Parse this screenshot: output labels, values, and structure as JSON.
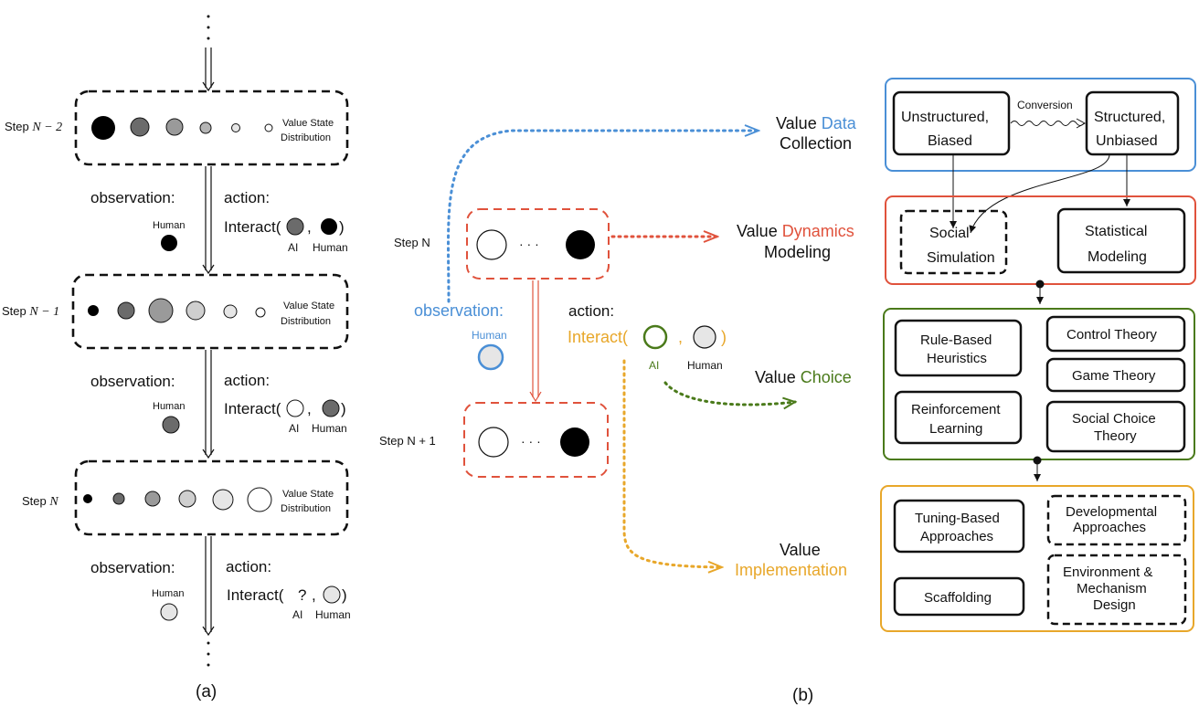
{
  "colors": {
    "blue": "#4a8fd6",
    "red": "#e0523c",
    "green": "#4a7a1a",
    "gold": "#e8a72a",
    "black": "#000000",
    "dark_gray": "#6b6b6b",
    "mid_gray": "#9a9a9a",
    "light_gray": "#cfcfcf",
    "very_light_gray": "#e6e6e6"
  },
  "panel_a": {
    "caption": "(a)",
    "steps": [
      {
        "prefix": "Step ",
        "label": "N − 2",
        "value_label_line1": "Value State",
        "value_label_line2": "Distribution"
      },
      {
        "prefix": "Step ",
        "label": "N − 1",
        "value_label_line1": "Value State",
        "value_label_line2": "Distribution"
      },
      {
        "prefix": "Step ",
        "label": "N",
        "value_label_line1": "Value State",
        "value_label_line2": "Distribution"
      }
    ],
    "transitions": [
      {
        "observation": "observation:",
        "observer": "Human",
        "action": "action:",
        "interact": "Interact(",
        "comma": ",",
        "close": ")",
        "ai": "AI",
        "human": "Human"
      },
      {
        "observation": "observation:",
        "observer": "Human",
        "action": "action:",
        "interact": "Interact(",
        "comma": ",",
        "close": ")",
        "ai": "AI",
        "human": "Human"
      },
      {
        "observation": "observation:",
        "observer": "Human",
        "action": "action:",
        "interact": "Interact(",
        "question": "?",
        "comma": ",",
        "close": ")",
        "ai": "AI",
        "human": "Human"
      }
    ]
  },
  "panel_b": {
    "caption": "(b)",
    "step_n": "Step N",
    "step_n1": "Step N + 1",
    "ellipsis": "· · ·",
    "observation": "observation:",
    "observer": "Human",
    "action": "action:",
    "interact": "Interact(",
    "comma": ",",
    "close": ")",
    "ai": "AI",
    "human": "Human",
    "value_data_1": "Value ",
    "value_data_2": "Data",
    "value_data_3": "Collection",
    "value_dynamics_1": "Value ",
    "value_dynamics_2": "Dynamics",
    "value_dynamics_3": "Modeling",
    "value_choice_1": "Value ",
    "value_choice_2": "Choice",
    "value_impl_1": "Value",
    "value_impl_2": "Implementation"
  },
  "taxonomy": {
    "data": {
      "unstructured_1": "Unstructured,",
      "unstructured_2": "Biased",
      "conversion": "Conversion",
      "structured_1": "Structured,",
      "structured_2": "Unbiased"
    },
    "dynamics": {
      "social_1": "Social",
      "social_2": "Simulation",
      "stat_1": "Statistical",
      "stat_2": "Modeling"
    },
    "choice": {
      "rule_1": "Rule-Based",
      "rule_2": "Heuristics",
      "rl_1": "Reinforcement",
      "rl_2": "Learning",
      "control": "Control Theory",
      "game": "Game Theory",
      "social_choice_1": "Social Choice",
      "social_choice_2": "Theory"
    },
    "impl": {
      "tuning_1": "Tuning-Based",
      "tuning_2": "Approaches",
      "scaffold": "Scaffolding",
      "dev_1": "Developmental",
      "dev_2": "Approaches",
      "env_1": "Environment &",
      "env_2": "Mechanism",
      "env_3": "Design"
    }
  }
}
